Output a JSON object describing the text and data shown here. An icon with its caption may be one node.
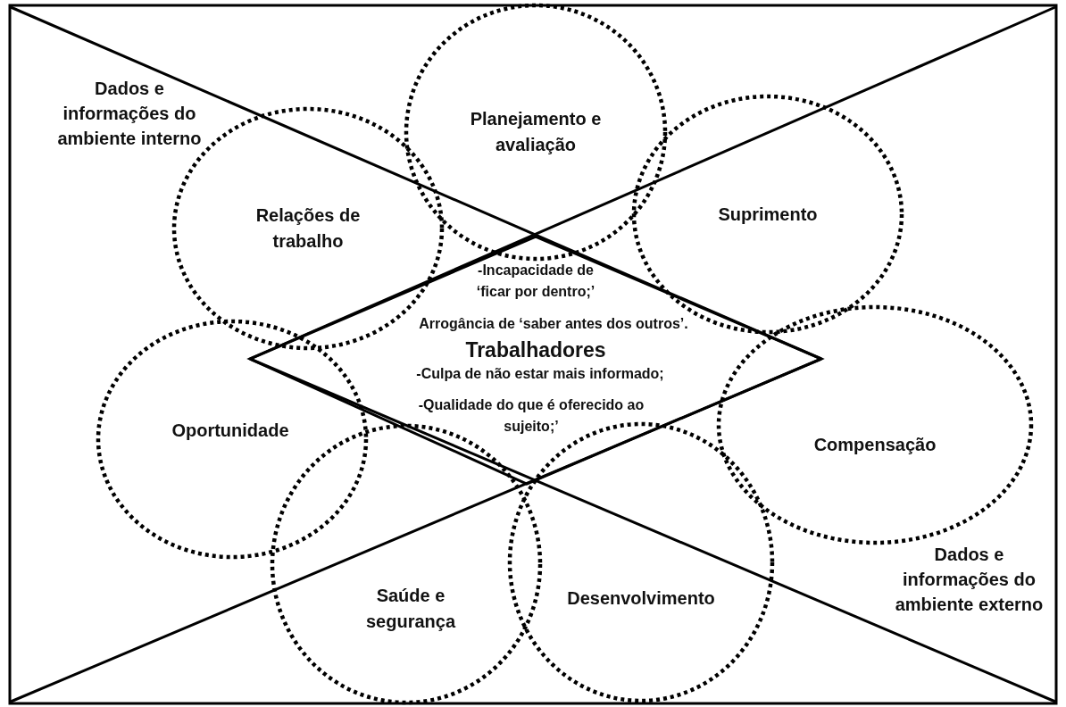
{
  "diagram": {
    "nodes": [
      {
        "text": [
          "-Incapacidade de ‘ficar por dentro;’",
          "Arrogância de ‘saber antes dos  outros’.",
          "Trabalhadores",
          "-Culpa de não estar mais informado;",
          "-Qualidade do que é oferecido ao sujeito;’"
        ]
      },
      {
        "text": [
          "Planejamento e avaliação"
        ]
      },
      {
        "text": [
          "Relações de trabalho"
        ]
      },
      {
        "text": [
          "Suprimento"
        ]
      },
      {
        "text": [
          "Oportunidade"
        ]
      },
      {
        "text": [
          "Compensação"
        ]
      },
      {
        "text": [
          "Saúde e segurança"
        ]
      },
      {
        "text": [
          "Desenvolvimento"
        ]
      }
    ],
    "labels": [
      "Dados e informações do ambiente interno",
      "Dados e informações do ambiente externo"
    ]
  }
}
